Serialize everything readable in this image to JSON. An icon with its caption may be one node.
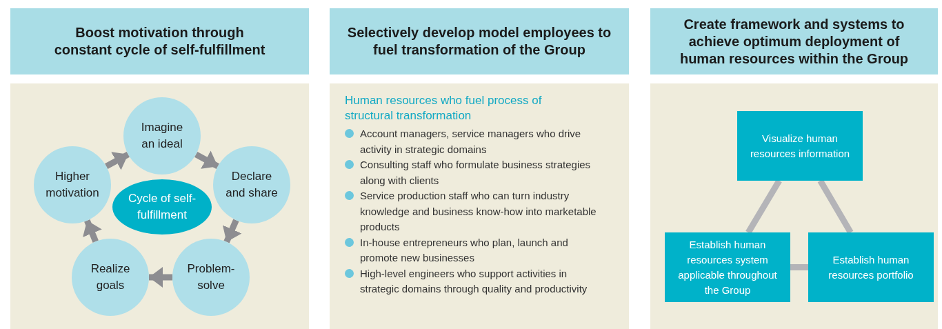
{
  "diagram": {
    "nodes": [
      {
        "text": [
          "Boost motivation through constant cycle of self-fulfillment"
        ]
      },
      {
        "text": [],
        "shape": "box"
      },
      {
        "text": [
          "Imagine an ideal"
        ],
        "in": 1
      },
      {
        "text": [
          "Declare and share"
        ],
        "in": 1
      },
      {
        "text": [
          "Problem-solve"
        ],
        "in": 1
      },
      {
        "text": [
          "Realize goals"
        ],
        "in": 1
      },
      {
        "text": [
          "Higher motivation"
        ],
        "in": 1
      },
      {
        "text": [
          "Cycle of self-fulfillment"
        ],
        "in": 1
      },
      {
        "text": [
          "Selectively develop model employees to fuel transformation of the Group"
        ]
      },
      {
        "text": [
          "Human resources who fuel process of structural transformation",
          "Account managers, service managers who drive activity in strategic domains",
          "Consulting staff who formulate business strategies along with clients",
          "Service production staff who can turn industry knowledge and business know-how into marketable products",
          "In-house entrepreneurs who plan, launch and promote new businesses",
          "High-level engineers who support activities in strategic domains through quality and productivity"
        ]
      },
      {
        "text": [
          "Create framework and systems to achieve optimum deployment of human resources within the Group"
        ]
      },
      {
        "text": [],
        "shape": "box"
      },
      {
        "text": [
          "Visualize human resources information"
        ],
        "in": 11
      },
      {
        "text": [
          "Establish human resources system applicable throughout the Group"
        ],
        "in": 11
      },
      {
        "text": [
          "Establish human resources portfolio"
        ],
        "in": 11
      }
    ],
    "edges": [
      {
        "from": 2,
        "to": 3,
        "arrow": "to"
      },
      {
        "from": 3,
        "to": 4,
        "arrow": "to"
      },
      {
        "from": 4,
        "to": 5,
        "arrow": "to"
      },
      {
        "from": 5,
        "to": 6,
        "arrow": "to"
      },
      {
        "from": 6,
        "to": 2,
        "arrow": "to"
      },
      {
        "from": 12,
        "to": 13,
        "arrow": "none",
        "color": "#b4b4b8"
      },
      {
        "from": 12,
        "to": 14,
        "arrow": "none",
        "color": "#b4b4b8"
      },
      {
        "from": 13,
        "to": 14,
        "arrow": "none",
        "color": "#b4b4b8"
      }
    ]
  }
}
